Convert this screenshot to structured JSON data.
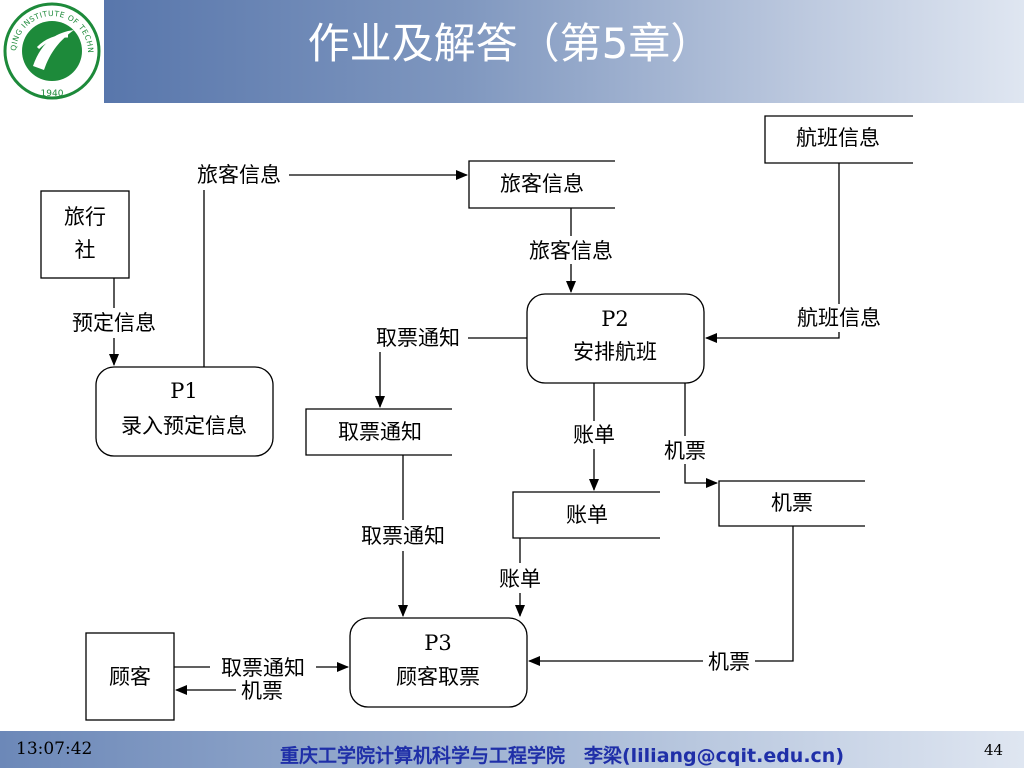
{
  "header": {
    "title": "作业及解答（第5章）",
    "logo": {
      "top_text": "CHONGQING INSTITUTE OF TECHNOLOGY",
      "year": "1940"
    }
  },
  "footer": {
    "time": "13:07:42",
    "center": "重庆工学院计算机科学与工程学院　李梁(liliang@cqit.edu.cn)",
    "page": "44"
  },
  "diagram": {
    "entities": {
      "travel_agency": {
        "line1": "旅行",
        "line2": "社"
      },
      "customer": "顾客"
    },
    "processes": {
      "p1": {
        "id": "P1",
        "name": "录入预定信息"
      },
      "p2": {
        "id": "P2",
        "name": "安排航班"
      },
      "p3": {
        "id": "P3",
        "name": "顾客取票"
      }
    },
    "stores": {
      "flight_info": "航班信息",
      "passenger_info": "旅客信息",
      "ticket_notice": "取票通知",
      "bill": "账单",
      "ticket": "机票"
    },
    "flows": {
      "p1_passenger_info": "旅客信息",
      "store_passenger_info": "旅客信息",
      "flight_info": "航班信息",
      "booking_info": "预定信息",
      "p2_ticket_notice": "取票通知",
      "p2_bill": "账单",
      "p2_ticket": "机票",
      "store_ticket_notice": "取票通知",
      "store_bill": "账单",
      "store_ticket": "机票",
      "customer_ticket_notice": "取票通知",
      "customer_ticket": "机票"
    }
  }
}
